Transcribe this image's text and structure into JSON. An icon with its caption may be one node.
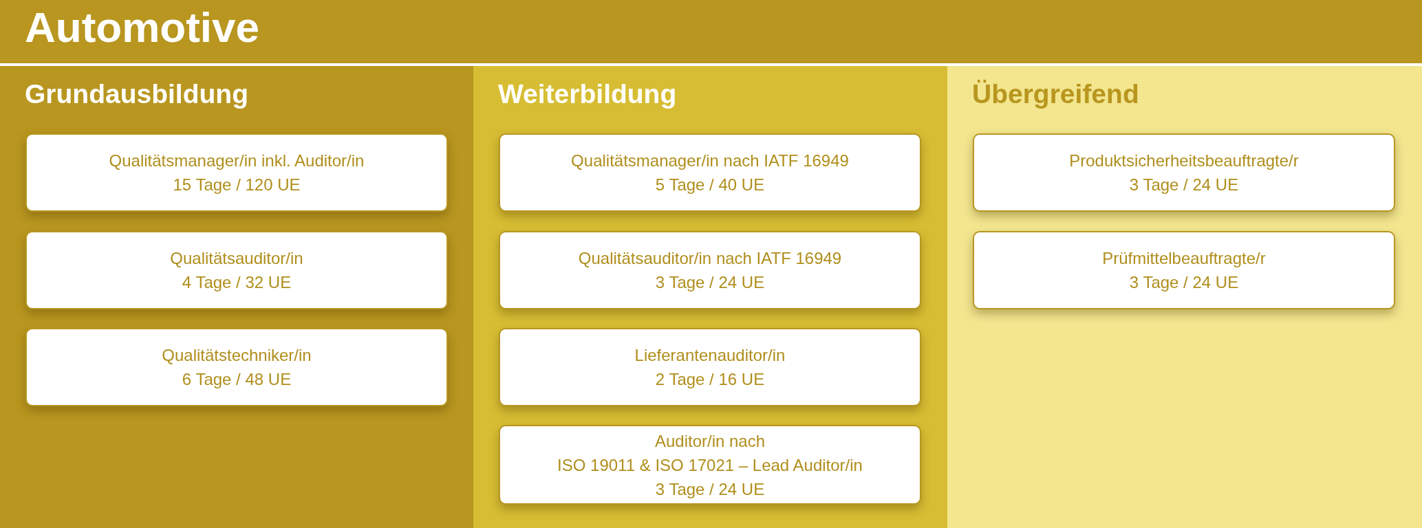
{
  "diagram": {
    "title": "Automotive",
    "nodes": [
      {
        "text": [
          "Grundausbildung"
        ]
      },
      {
        "text": [
          "Qualitätsmanager/in inkl. Auditor/in",
          "15 Tage / 120 UE"
        ],
        "in": 0
      },
      {
        "text": [
          "Qualitätsauditor/in",
          "4 Tage / 32 UE"
        ],
        "in": 0
      },
      {
        "text": [
          "Qualitätstechniker/in",
          "6 Tage / 48 UE"
        ],
        "in": 0
      },
      {
        "text": [
          "Weiterbildung"
        ]
      },
      {
        "text": [
          "Qualitätsmanager/in nach IATF 16949",
          "5 Tage / 40 UE"
        ],
        "in": 4
      },
      {
        "text": [
          "Qualitätsauditor/in nach IATF 16949",
          "3 Tage / 24 UE"
        ],
        "in": 4
      },
      {
        "text": [
          "Lieferantenauditor/in",
          "2 Tage / 16 UE"
        ],
        "in": 4
      },
      {
        "text": [
          "Auditor/in nach ISO 19011 & ISO 17021 – Lead Auditor/in",
          "3 Tage / 24 UE"
        ],
        "in": 4
      },
      {
        "text": [
          "Übergreifend"
        ]
      },
      {
        "text": [
          "Produktsicherheitsbeauftragte/r",
          "3 Tage / 24 UE"
        ],
        "in": 9
      },
      {
        "text": [
          "Prüfmittelbeauftragte/r",
          "3 Tage / 24 UE"
        ],
        "in": 9
      }
    ]
  }
}
